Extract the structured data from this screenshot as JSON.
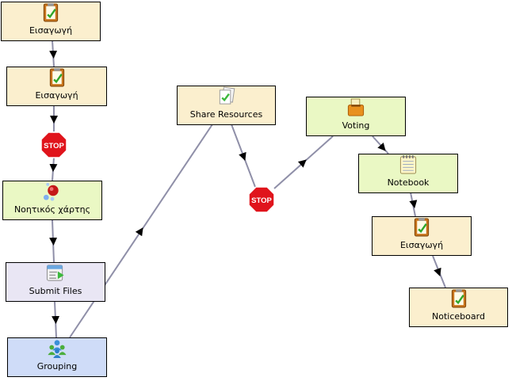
{
  "colors": {
    "gate_fill": "#f5f0d2",
    "tool_fill": "#eaf8c4",
    "collab_fill": "#fbefce",
    "assess_fill": "#e9e6f4",
    "group_fill": "#cfdcf8",
    "edge": "#8f8fa8",
    "stop": "#e0141c"
  },
  "nodes": {
    "intro1": {
      "label": "Εισαγωγή",
      "icon": "clipboard-icon"
    },
    "intro2": {
      "label": "Εισαγωγή",
      "icon": "clipboard-icon"
    },
    "mindmap": {
      "label": "Νοητικός χάρτης",
      "icon": "mindmap-icon"
    },
    "submit": {
      "label": "Submit Files",
      "icon": "upload-icon"
    },
    "grouping": {
      "label": "Grouping",
      "icon": "people-icon"
    },
    "share": {
      "label": "Share Resources",
      "icon": "documents-icon"
    },
    "voting": {
      "label": "Voting",
      "icon": "ballot-box-icon"
    },
    "notebook": {
      "label": "Notebook",
      "icon": "notebook-icon"
    },
    "intro3": {
      "label": "Εισαγωγή",
      "icon": "clipboard-icon"
    },
    "noticeboard": {
      "label": "Noticeboard",
      "icon": "clipboard-icon"
    }
  },
  "stops": {
    "stop1": {
      "label": "STOP"
    },
    "stop2": {
      "label": "STOP"
    }
  }
}
